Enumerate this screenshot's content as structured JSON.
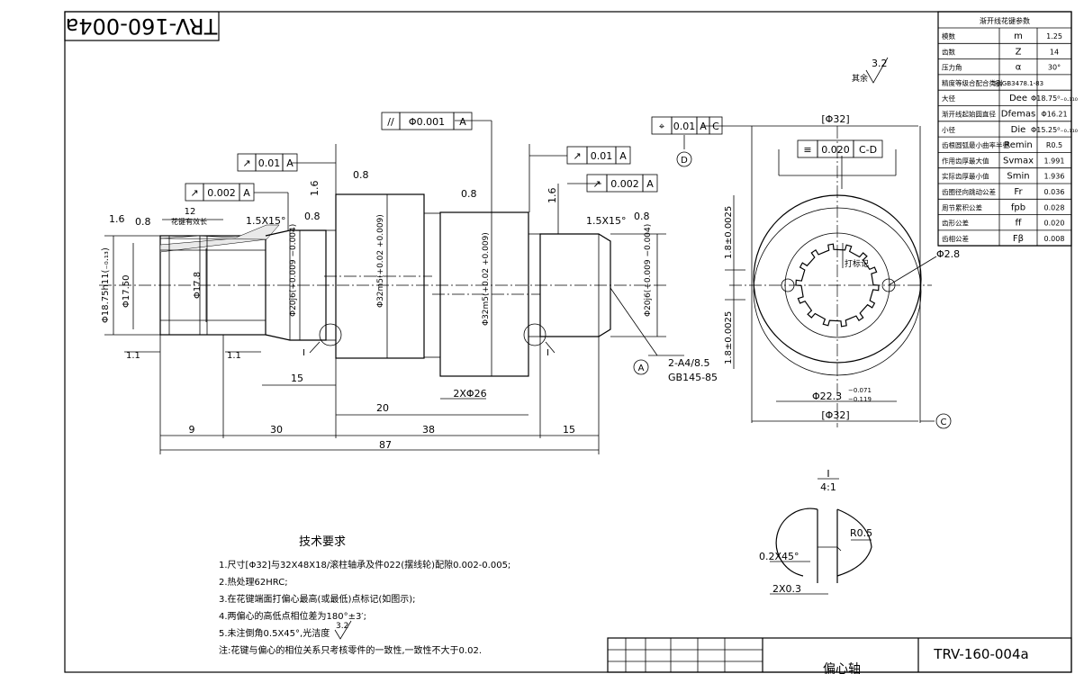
{
  "drawing": {
    "number": "TRV-160-004a",
    "number_mirrored": "TRV-160-004a",
    "part_name": "偏心轴",
    "roughness_other_label": "其余",
    "roughness_other_value": "3.2"
  },
  "param_table": {
    "title": "渐开线花键参数",
    "rows": [
      {
        "name": "模数",
        "symbol": "m",
        "value": "1.25"
      },
      {
        "name": "齿数",
        "symbol": "Z",
        "value": "14"
      },
      {
        "name": "压力角",
        "symbol": "α",
        "value": "30°"
      },
      {
        "name": "精度等级合配合类别",
        "symbol": "5jsGB3478.1-83",
        "value": ""
      },
      {
        "name": "大径",
        "symbol": "Dee",
        "value": "Φ18.75⁰₋₀.₁₁₀"
      },
      {
        "name": "渐开线起始圆直径",
        "symbol": "Dfemas",
        "value": "Φ16.21"
      },
      {
        "name": "小径",
        "symbol": "Die",
        "value": "Φ15.25⁰₋₀.₁₁₀"
      },
      {
        "name": "齿根圆弧最小曲率半径",
        "symbol": "Remin",
        "value": "R0.5"
      },
      {
        "name": "作用齿厚最大值",
        "symbol": "Svmax",
        "value": "1.991"
      },
      {
        "name": "实际齿厚最小值",
        "symbol": "Smin",
        "value": "1.936"
      },
      {
        "name": "齿圈径向跳动公差",
        "symbol": "Fr",
        "value": "0.036"
      },
      {
        "name": "周节累积公差",
        "symbol": "fpb",
        "value": "0.028"
      },
      {
        "name": "齿形公差",
        "symbol": "ff",
        "value": "0.020"
      },
      {
        "name": "齿相公差",
        "symbol": "Fβ",
        "value": "0.008"
      }
    ]
  },
  "tolerance_frames": {
    "parallel": {
      "symbol": "//",
      "value": "Φ0.001",
      "datum": "A"
    },
    "runout_left_top": {
      "symbol": "↗",
      "value": "0.01",
      "datum": "A"
    },
    "runout_left_low": {
      "symbol": "↗",
      "value": "0.002",
      "datum": "A"
    },
    "runout_right_top": {
      "symbol": "↗",
      "value": "0.01",
      "datum": "A"
    },
    "runout_right_low": {
      "symbol": "↗",
      "value": "0.002",
      "datum": "A"
    },
    "position": {
      "symbol": "⌖",
      "value": "0.01",
      "datum1": "A",
      "datum2": "C"
    },
    "symmetry": {
      "symbol": "≡",
      "value": "0.020",
      "datum": "C-D"
    }
  },
  "dimensions": {
    "d_18_75": "Φ18.75h11(₋₀.₁₃)",
    "d_17_50": "Φ17.50",
    "d_17_8": "Φ17.8",
    "d_20_left": "Φ20j6(+0.009 −0.004)",
    "d_32_m5_left": "Φ32m5(+0.02 +0.009)",
    "d_32_m5_right": "Φ32m5(+0.02 +0.009)",
    "d_20_right": "Φ20j6(+0.009 −0.004)",
    "spline_len_12": "12",
    "spline_len_label": "花键有效长",
    "chamfer_left": "1.5X15°",
    "chamfer_right": "1.5X15°",
    "r_08_a": "0.8",
    "r_08_b": "0.8",
    "r_08_c": "0.8",
    "r_08_d": "0.8",
    "r_08_e": "0.8",
    "r_16_a": "1.6",
    "r_16_b": "1.6",
    "r_16_c": "1.6",
    "groove_a": "1.1",
    "groove_b": "1.1",
    "len_15_a": "15",
    "len_20": "20",
    "len_2x26": "2XΦ26",
    "len_9": "9",
    "len_30": "30",
    "len_38": "38",
    "len_15_b": "15",
    "len_87": "87",
    "center_hole": "2-A4/8.5",
    "center_std": "GB145-85",
    "detail_mark": "I",
    "ecc_top": "1.8±0.0025",
    "ecc_bot": "1.8±0.0025",
    "d32_top": "[Φ32]",
    "d32_bot": "[Φ32]",
    "d22_3": "Φ22.3",
    "d22_3_tol_up": "−0.071",
    "d22_3_tol_lo": "−0.119",
    "mark_label": "打标记",
    "d2_8": "Φ2.8",
    "datum_a": "A",
    "datum_c": "C",
    "datum_d": "D"
  },
  "detail": {
    "label": "I",
    "scale": "4:1",
    "r05": "R0.5",
    "chamfer": "0.2X45°",
    "groove": "2X0.3"
  },
  "tech_req": {
    "title": "技术要求",
    "items": [
      "1.尺寸[Φ32]与32X48X18/滚柱轴承及件022(摆线轮)配隙0.002-0.005;",
      "2.热处理62HRC;",
      "3.在花键端面打偏心最高(或最低)点标记(如图示);",
      "4.两偏心的高低点相位差为180°±3′;",
      "5.未注倒角0.5X45°,光洁度",
      "注:花键与偏心的相位关系只考核零件的一致性,一致性不大于0.02."
    ],
    "roughness_value": "3.2"
  }
}
